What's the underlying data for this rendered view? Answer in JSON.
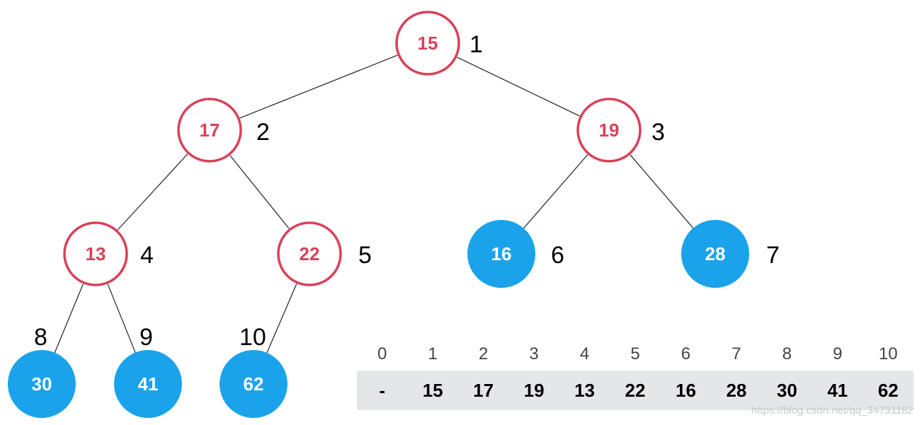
{
  "colors": {
    "red_node_stroke": "#d9415b",
    "red_node_text": "#d9415b",
    "blue_node_fill": "#1aa3ea",
    "blue_node_text": "#ffffff",
    "edge": "#222222",
    "array_bg": "#e5e6e8"
  },
  "tree": {
    "nodes": [
      {
        "index": "1",
        "value": "15",
        "style": "red"
      },
      {
        "index": "2",
        "value": "17",
        "style": "red"
      },
      {
        "index": "3",
        "value": "19",
        "style": "red"
      },
      {
        "index": "4",
        "value": "13",
        "style": "red"
      },
      {
        "index": "5",
        "value": "22",
        "style": "red"
      },
      {
        "index": "6",
        "value": "16",
        "style": "blue"
      },
      {
        "index": "7",
        "value": "28",
        "style": "blue"
      },
      {
        "index": "8",
        "value": "30",
        "style": "blue"
      },
      {
        "index": "9",
        "value": "41",
        "style": "blue"
      },
      {
        "index": "10",
        "value": "62",
        "style": "blue"
      }
    ],
    "edges": [
      [
        1,
        2
      ],
      [
        1,
        3
      ],
      [
        2,
        4
      ],
      [
        2,
        5
      ],
      [
        3,
        6
      ],
      [
        3,
        7
      ],
      [
        4,
        8
      ],
      [
        4,
        9
      ],
      [
        5,
        10
      ]
    ]
  },
  "array": {
    "indices": [
      "0",
      "1",
      "2",
      "3",
      "4",
      "5",
      "6",
      "7",
      "8",
      "9",
      "10"
    ],
    "values": [
      "-",
      "15",
      "17",
      "19",
      "13",
      "22",
      "16",
      "28",
      "30",
      "41",
      "62"
    ]
  },
  "watermark": "https://blog.csdn.net/qq_34731182"
}
